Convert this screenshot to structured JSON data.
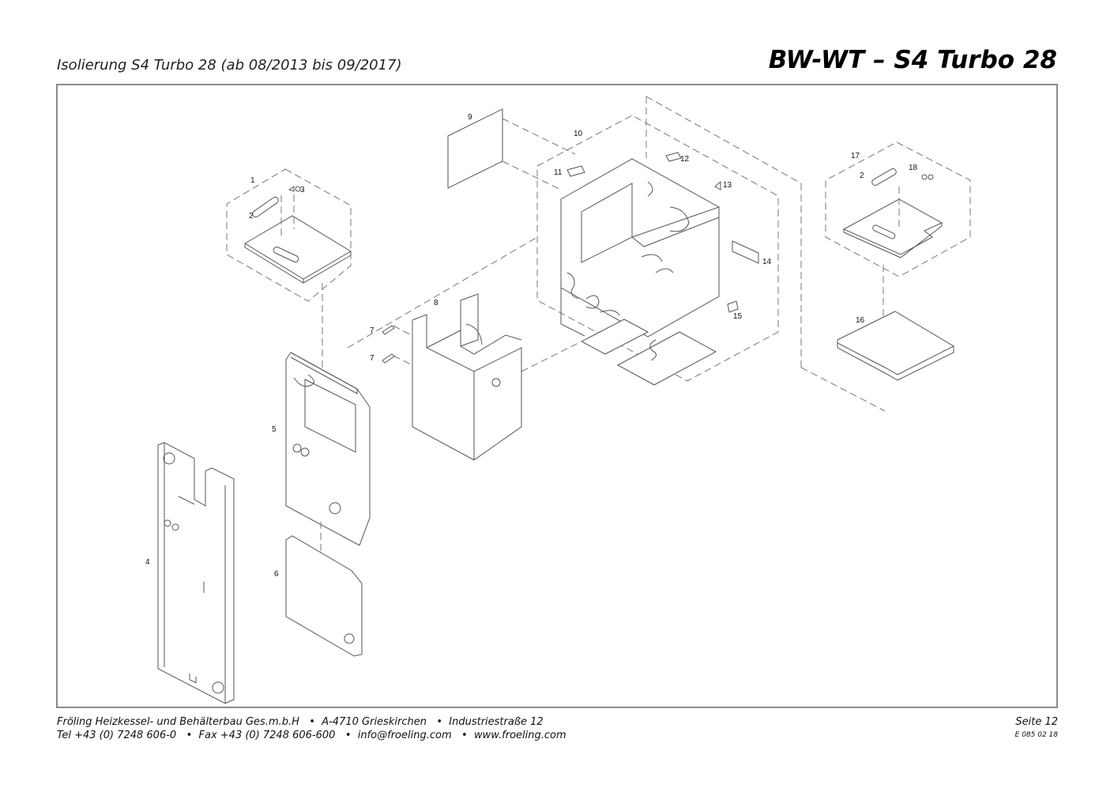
{
  "header": {
    "subtitle": "Isolierung S4 Turbo 28 (ab 08/2013 bis 09/2017)",
    "title": "BW-WT – S4 Turbo 28"
  },
  "diagram": {
    "part_labels": [
      "1",
      "2",
      "3",
      "4",
      "5",
      "6",
      "7",
      "7",
      "8",
      "9",
      "10",
      "11",
      "12",
      "13",
      "14",
      "15",
      "16",
      "17",
      "2",
      "18"
    ]
  },
  "footer": {
    "company_line": "Fröling Heizkessel- und Behälterbau Ges.m.b.H   •  A-4710 Grieskirchen   •  Industriestraße 12",
    "contact_line": "Tel +43 (0) 7248 606-0   •  Fax +43 (0) 7248 606-600   •  info@froeling.com   •  www.froeling.com",
    "page": "Seite 12",
    "doc_code": "E 085 02 18"
  }
}
